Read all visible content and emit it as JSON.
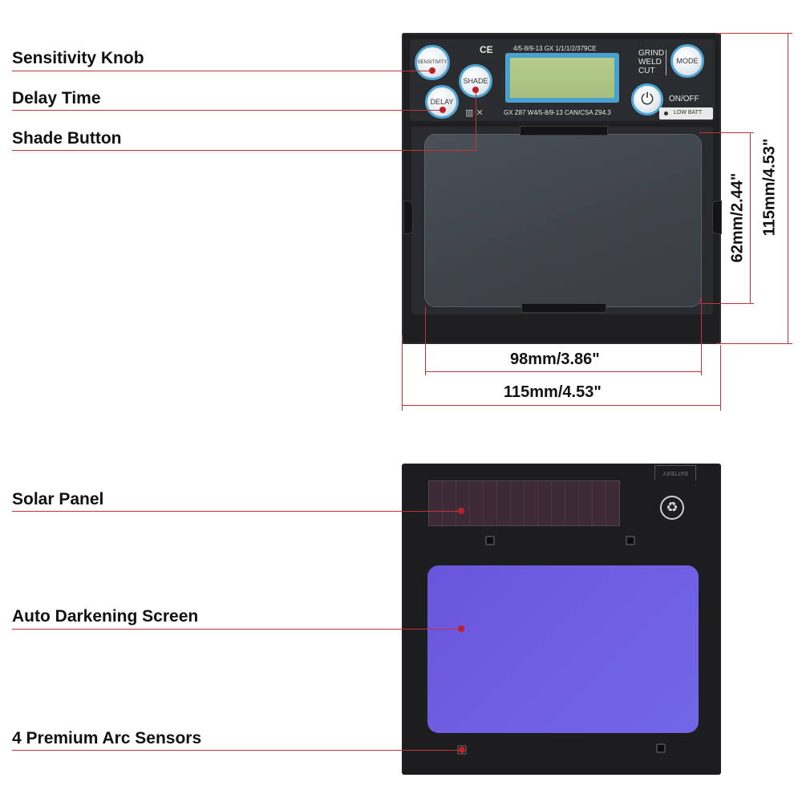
{
  "labels": {
    "sensitivity_knob": "Sensitivity Knob",
    "delay_time": "Delay Time",
    "shade_button": "Shade Button",
    "solar_panel": "Solar Panel",
    "auto_darkening_screen": "Auto Darkening Screen",
    "arc_sensors": "4 Premium Arc Sensors"
  },
  "dimensions": {
    "lens_width": "98mm/3.86\"",
    "frame_width": "115mm/4.53\"",
    "lens_height": "62mm/2.44\"",
    "frame_height": "115mm/4.53\""
  },
  "device": {
    "sensitivity_label": "SENSITIVITY",
    "delay_label": "DELAY",
    "shade_label": "SHADE",
    "mode_label": "MODE",
    "mode_options": [
      "GRIND",
      "WELD",
      "CUT"
    ],
    "on_off_label": "ON/OFF",
    "low_batt_label": "LOW BATT",
    "ce_mark": "CE",
    "standard_top": "4/5-8/9-13 GX 1/1/1/2/379CE",
    "standard_bottom": "GX Z87 W4/5-8/9-13  CAN/CSA Z94.3",
    "battery_tab": "BATTERY",
    "power_icon": "power-icon",
    "recycle_icon": "recycle-icon"
  },
  "colors": {
    "leader": "#c2343a",
    "accent_ring": "#4fa7d6",
    "screen": "#6a5ce0",
    "frame": "#1f1f21"
  }
}
